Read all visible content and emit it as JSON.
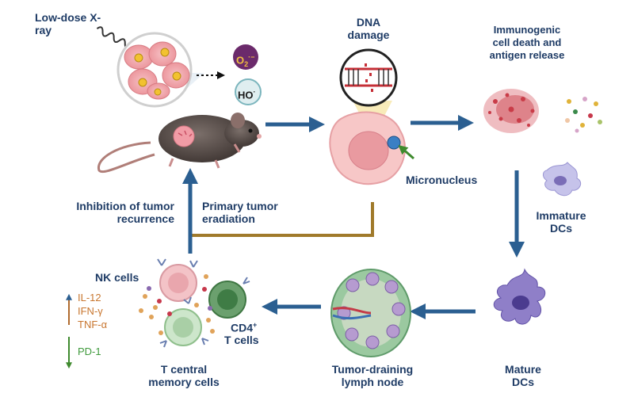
{
  "labels": {
    "xray_line1": "Low-dose X-",
    "xray_line2": "ray",
    "o2": "O",
    "o2_sub": "2",
    "o2_sup": "·−",
    "ho": "HO",
    "ho_sup": "·",
    "dna_line1": "DNA",
    "dna_line2": "damage",
    "icd_line1": "Immunogenic",
    "icd_line2": "cell death and",
    "icd_line3": "antigen release",
    "micronucleus": "Micronucleus",
    "immature_line1": "Immature",
    "immature_line2": "DCs",
    "mature_line1": "Mature",
    "mature_line2": "DCs",
    "lymph_line1": "Tumor-draining",
    "lymph_line2": "lymph node",
    "tcm_line1": "T central",
    "tcm_line2": "memory cells",
    "nk": "NK  cells",
    "cd4": "CD4",
    "cd4_sup": "+",
    "tcells": "T  cells",
    "inhibition_line1": "Inhibition of tumor",
    "inhibition_line2": "recurrence",
    "primary_line1": "Primary tumor",
    "primary_line2": "eradiation",
    "il12": "IL-12",
    "ifng": "IFN-γ",
    "tnfa": "TNF-α",
    "pd1": "PD-1"
  },
  "colors": {
    "label_text": "#1f3c66",
    "flow_arrow": "#2b5f91",
    "loop_line": "#a07a2b",
    "tumor_pink": "#f1a2a8",
    "cytokine_up": "#c8762f",
    "pd1_down": "#3f9a3c"
  },
  "icons": [
    "xray-wave-icon",
    "mouse-icon",
    "tumor-cells-icon",
    "dna-icon",
    "damaged-cell-icon",
    "dendritic-cell-icon",
    "lymph-node-icon",
    "nk-cell-icon",
    "t-cell-icon"
  ]
}
